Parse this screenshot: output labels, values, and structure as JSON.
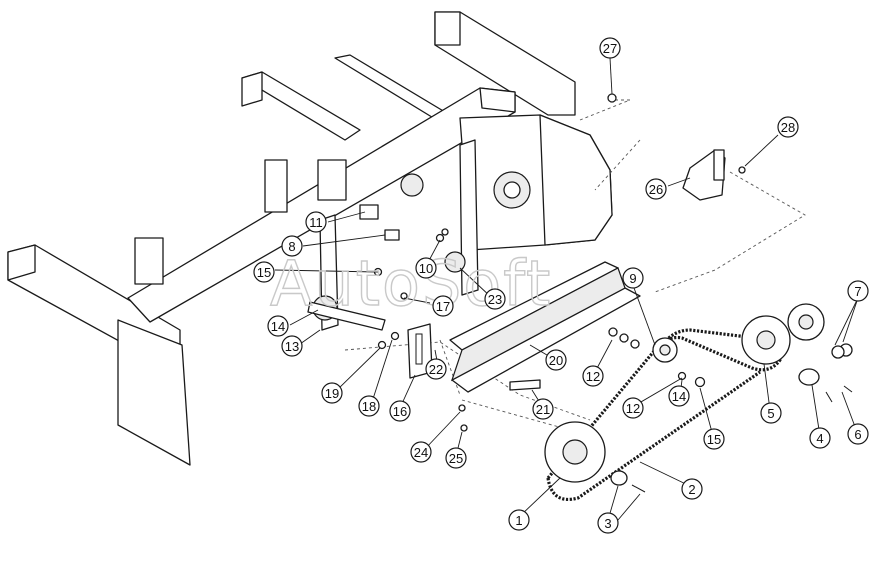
{
  "diagram": {
    "watermark": "AutoSoft",
    "callouts": [
      {
        "id": "27",
        "label": "27"
      },
      {
        "id": "28",
        "label": "28"
      },
      {
        "id": "26",
        "label": "26"
      },
      {
        "id": "11",
        "label": "11"
      },
      {
        "id": "8",
        "label": "8"
      },
      {
        "id": "10",
        "label": "10"
      },
      {
        "id": "15a",
        "label": "15"
      },
      {
        "id": "17",
        "label": "17"
      },
      {
        "id": "23",
        "label": "23"
      },
      {
        "id": "9",
        "label": "9"
      },
      {
        "id": "7",
        "label": "7"
      },
      {
        "id": "14a",
        "label": "14"
      },
      {
        "id": "13",
        "label": "13"
      },
      {
        "id": "19",
        "label": "19"
      },
      {
        "id": "18",
        "label": "18"
      },
      {
        "id": "16",
        "label": "16"
      },
      {
        "id": "22",
        "label": "22"
      },
      {
        "id": "20",
        "label": "20"
      },
      {
        "id": "12a",
        "label": "12"
      },
      {
        "id": "12b",
        "label": "12"
      },
      {
        "id": "14b",
        "label": "14"
      },
      {
        "id": "5",
        "label": "5"
      },
      {
        "id": "15b",
        "label": "15"
      },
      {
        "id": "21",
        "label": "21"
      },
      {
        "id": "24",
        "label": "24"
      },
      {
        "id": "25",
        "label": "25"
      },
      {
        "id": "4",
        "label": "4"
      },
      {
        "id": "6",
        "label": "6"
      },
      {
        "id": "2",
        "label": "2"
      },
      {
        "id": "1",
        "label": "1"
      },
      {
        "id": "3",
        "label": "3"
      }
    ]
  }
}
